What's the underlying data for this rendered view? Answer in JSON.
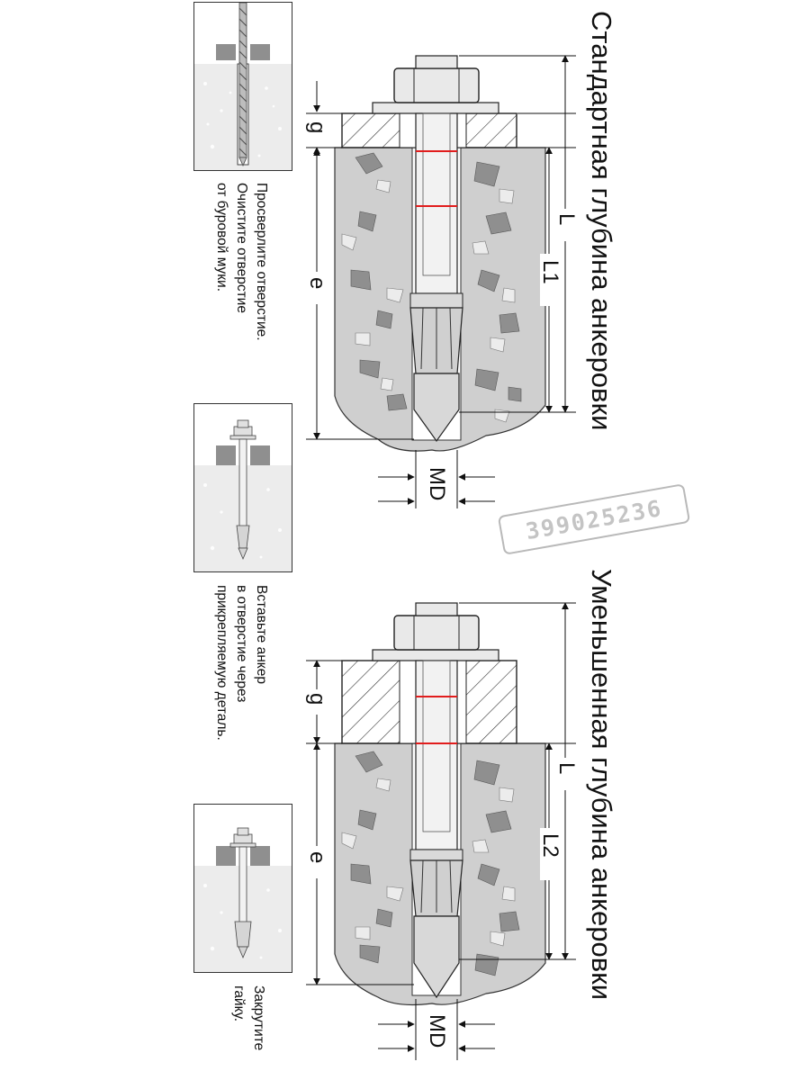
{
  "steps": [
    {
      "caption": "Просверлите отверстие.\nОчистите отверстие\nот буровой муки."
    },
    {
      "caption": "Вставьте анкер\nв отверстие через\nприкрепляемую деталь."
    },
    {
      "caption": "Закрутите\nгайку."
    }
  ],
  "diagrams": [
    {
      "title": "Стандартная глубина анкеровки",
      "dims": {
        "total_length": "L",
        "clamp_thickness": "g",
        "embedment": "e",
        "anchor_depth": "L1",
        "diameter": "MD"
      }
    },
    {
      "title": "Уменьшенная глубина анкеровки",
      "dims": {
        "total_length": "L",
        "clamp_thickness": "g",
        "embedment": "e",
        "anchor_depth": "L2",
        "diameter": "MD"
      }
    }
  ],
  "watermark": "399025236",
  "colors": {
    "concrete": "#cfcfcf",
    "stone": "#8f8f8f",
    "steel": "#e9e9e9",
    "fixture": "#ffffff",
    "mark": "#e11d1d",
    "panel_concrete": "#ececec"
  }
}
